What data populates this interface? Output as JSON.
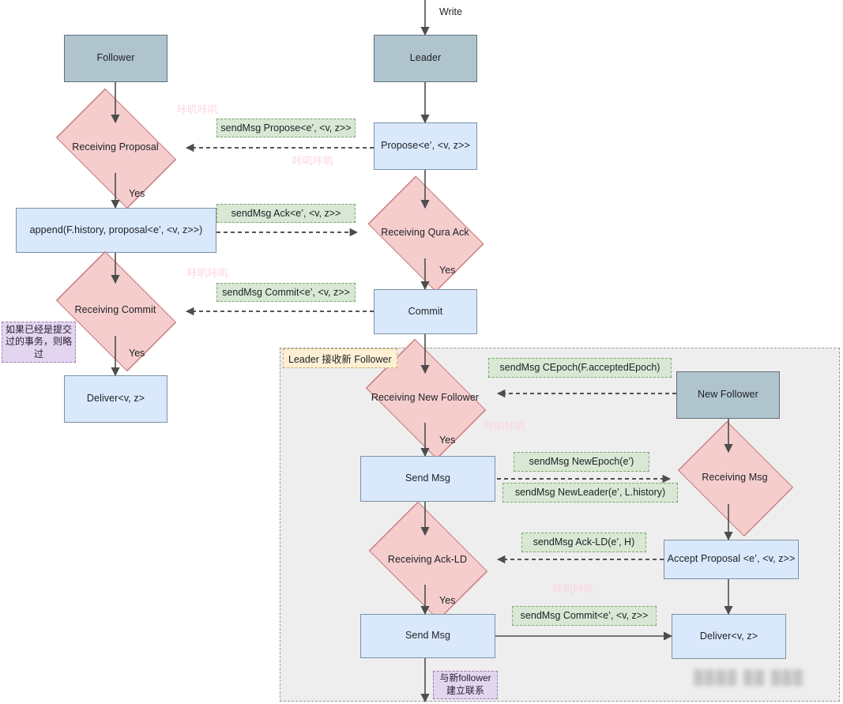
{
  "diagram": {
    "title": "ZAB protocol broadcast and new-follower sync flowchart",
    "colors": {
      "actor_fill": "#b0c4ce",
      "actor_stroke": "#60707c",
      "process_fill": "#dae8fc",
      "process_stroke": "#7a92a8",
      "decision_fill": "#f5cdcd",
      "decision_stroke": "#c97b7b",
      "message_fill": "#d8e8d4",
      "message_stroke": "#7aa86f",
      "note_fill": "#e3d4f0",
      "note_stroke": "#9a7fb0",
      "group_fill": "#eeeeee",
      "group_stroke": "#9a9a9a",
      "group_title_fill": "#fdf0d5",
      "group_title_stroke": "#c8a95f",
      "edge_stroke": "#4d4d4d",
      "watermark_pink": "#ffd0e4"
    }
  },
  "nodes": {
    "follower": "Follower",
    "leader": "Leader",
    "receiving_proposal": "Receiving Proposal",
    "propose": "Propose<e’, <v, z>>",
    "append": "append(F.history, proposal<e’, <v, z>>)",
    "receiving_qura_ack": "Receiving Qura Ack",
    "receiving_commit": "Receiving Commit",
    "commit": "Commit",
    "deliver_left": "Deliver<v, z>",
    "receiving_new_follower": "Receiving New Follower",
    "new_follower": "New Follower",
    "send_msg_1": "Send Msg",
    "receiving_msg": "Receiving Msg",
    "receiving_ack_ld": "Receiving Ack-LD",
    "accept_proposal": "Accept Proposal <e’, <v, z>>",
    "send_msg_2": "Send Msg",
    "deliver_right": "Deliver<v, z>"
  },
  "messages": {
    "propose": "sendMsg Propose<e’, <v, z>>",
    "ack": "sendMsg Ack<e’, <v, z>>",
    "commit": "sendMsg Commit<e’, <v, z>>",
    "cepoch": "sendMsg CEpoch(F.acceptedEpoch)",
    "new_epoch": "sendMsg NewEpoch(e’)",
    "new_leader": "sendMsg NewLeader(e’, L.history)",
    "ack_ld": "sendMsg Ack-LD(e’, H)",
    "commit_2": "sendMsg Commit<e’, <v, z>>"
  },
  "edge_labels": {
    "write": "Write",
    "yes_1": "Yes",
    "yes_2": "Yes",
    "yes_3": "Yes",
    "yes_4": "Yes",
    "yes_5": "Yes"
  },
  "notes": {
    "skip_committed": "如果已经是提交过的事务，则略过",
    "new_follower_contact": "与新follower建立联系"
  },
  "group": {
    "title": "Leader 接收新 Follower"
  },
  "watermarks": {
    "pink_1": "咔叽咔叽",
    "pink_2": "咔叽咔叽",
    "pink_3": "咔叽咔叽",
    "pink_4": "咔叽咔叽",
    "pink_5": "咔叽咔叽",
    "blurred_corner": "████ ██ ███"
  }
}
